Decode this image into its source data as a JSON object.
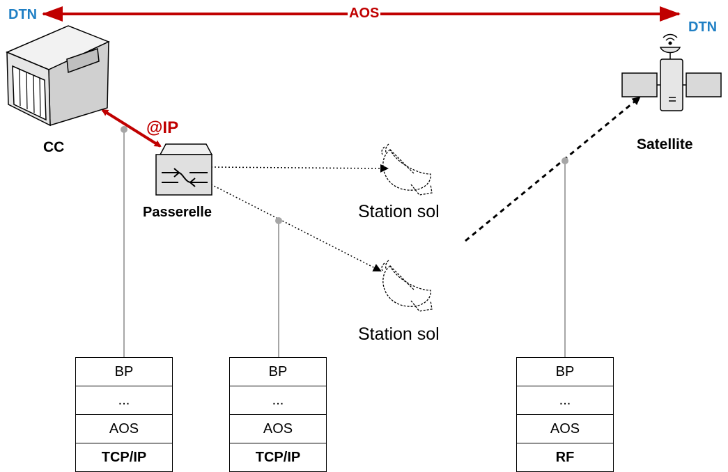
{
  "labels": {
    "dtn_left": "DTN",
    "dtn_right": "DTN",
    "aos_top": "AOS",
    "ip": "@IP",
    "cc": "CC",
    "satellite": "Satellite",
    "passerelle": "Passerelle",
    "station_sol_1": "Station sol",
    "station_sol_2": "Station sol"
  },
  "stacks": [
    {
      "layers": [
        "BP",
        "...",
        "AOS",
        "TCP/IP"
      ]
    },
    {
      "layers": [
        "BP",
        "...",
        "AOS",
        "TCP/IP"
      ]
    },
    {
      "layers": [
        "BP",
        "...",
        "AOS",
        "RF"
      ]
    }
  ],
  "colors": {
    "dtn": "#1f7fc4",
    "aos": "#c00000",
    "ip_link": "#c00000",
    "tap": "#a6a6a6"
  },
  "icons": [
    "server-icon",
    "gateway-router-icon",
    "satellite-dish-icon",
    "satellite-icon"
  ]
}
